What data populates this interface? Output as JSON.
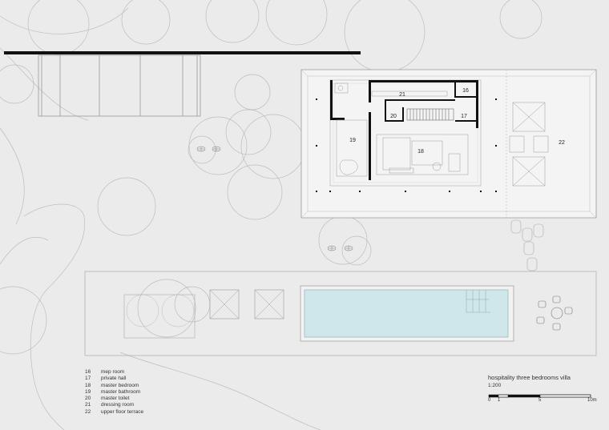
{
  "title": "hospitality three bedrooms villa",
  "scale": "1:200",
  "scale_bar": {
    "ticks": [
      "0",
      "1",
      "5",
      "10m"
    ]
  },
  "rooms": [
    {
      "number": "16",
      "name": "mep room"
    },
    {
      "number": "17",
      "name": "private hall"
    },
    {
      "number": "18",
      "name": "master bedroom"
    },
    {
      "number": "19",
      "name": "master bathroom"
    },
    {
      "number": "20",
      "name": "master toilet"
    },
    {
      "number": "21",
      "name": "dressing room"
    },
    {
      "number": "22",
      "name": "upper floor terrace"
    }
  ],
  "colors": {
    "background": "#ebebeb",
    "walls": "#111111",
    "lines": "#a8a8a8",
    "pool": "#cfe6ea",
    "building_fill": "#f4f4f4"
  }
}
